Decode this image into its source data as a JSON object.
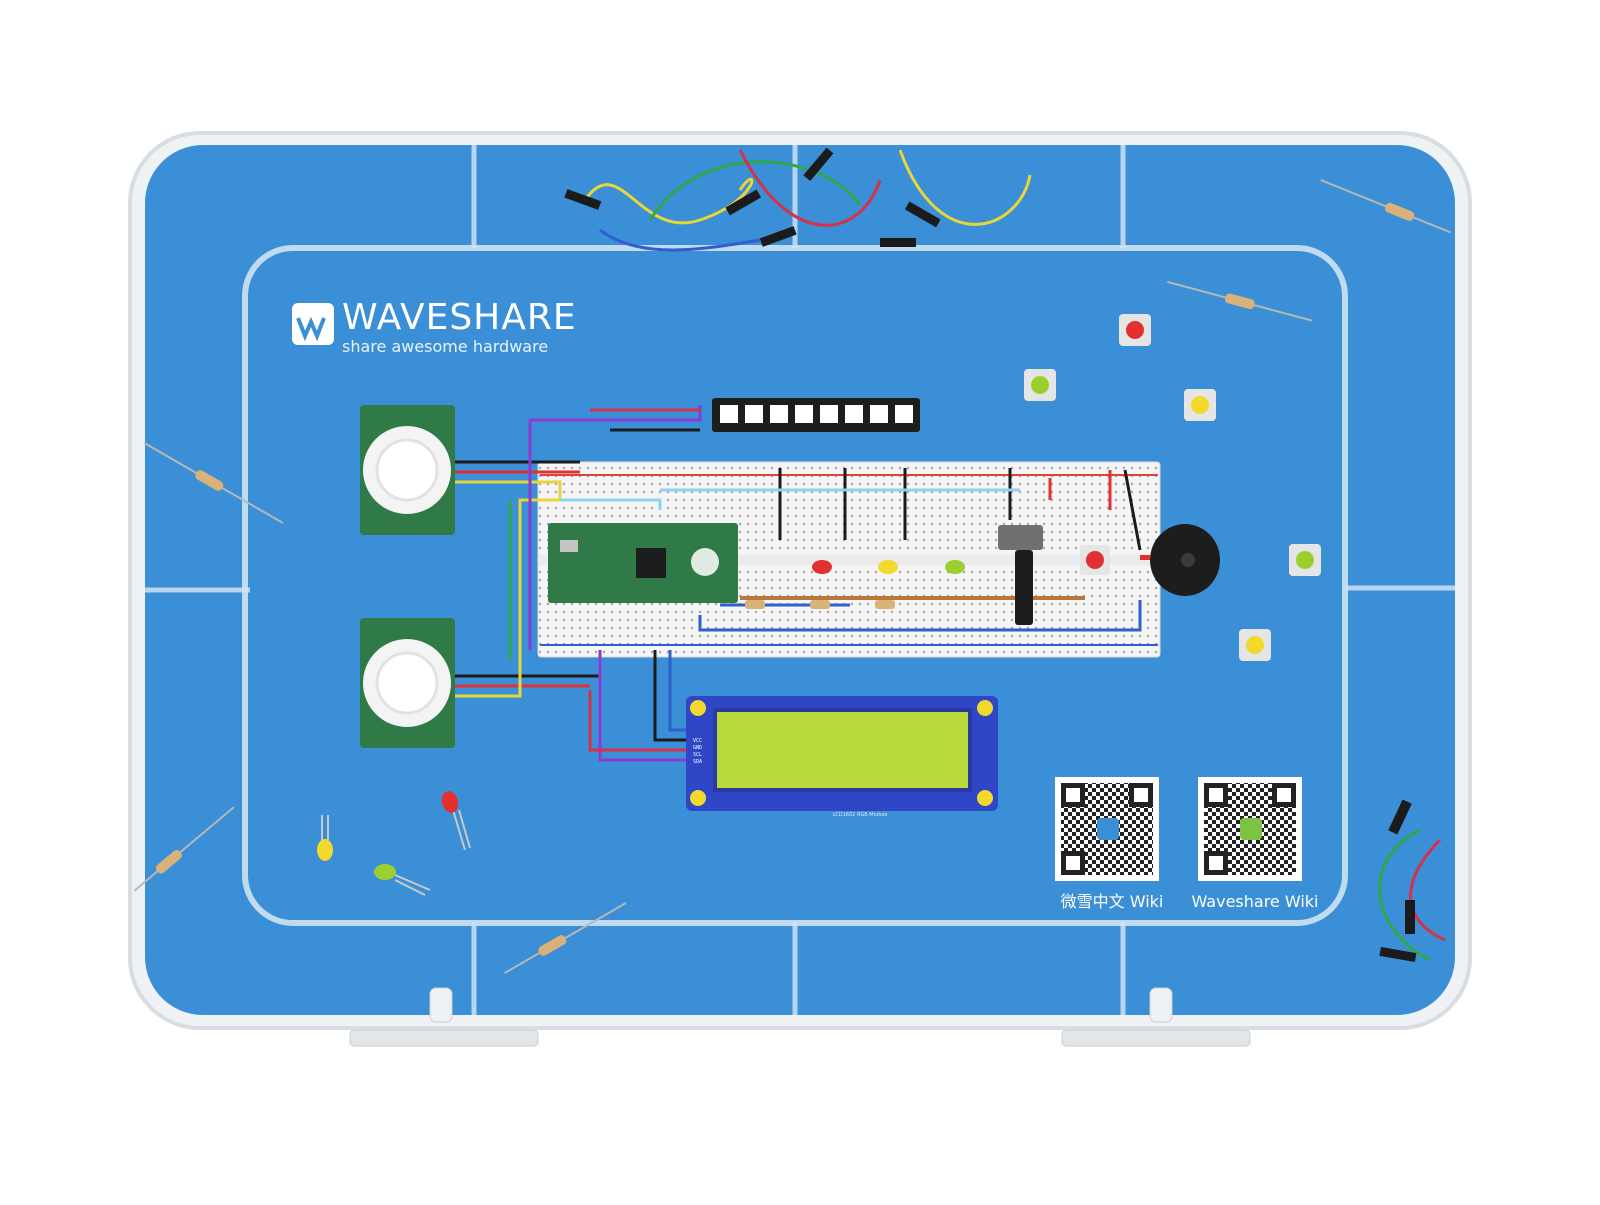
{
  "brand": {
    "name": "WAVESHARE",
    "tagline": "share awesome hardware"
  },
  "lcd_module": {
    "pins": [
      "VCC",
      "GND",
      "SCL",
      "SDA"
    ],
    "caption": "LCD1602 RGB Module"
  },
  "qr_codes": [
    {
      "caption": "微雪中文 Wiki"
    },
    {
      "caption": "Waveshare Wiki"
    }
  ],
  "colors": {
    "mat_blue": "#3a8fd6",
    "case_clear": "#f3f6f9",
    "pcb_green": "#2f7a46",
    "lcd_green": "#b8d93a"
  }
}
